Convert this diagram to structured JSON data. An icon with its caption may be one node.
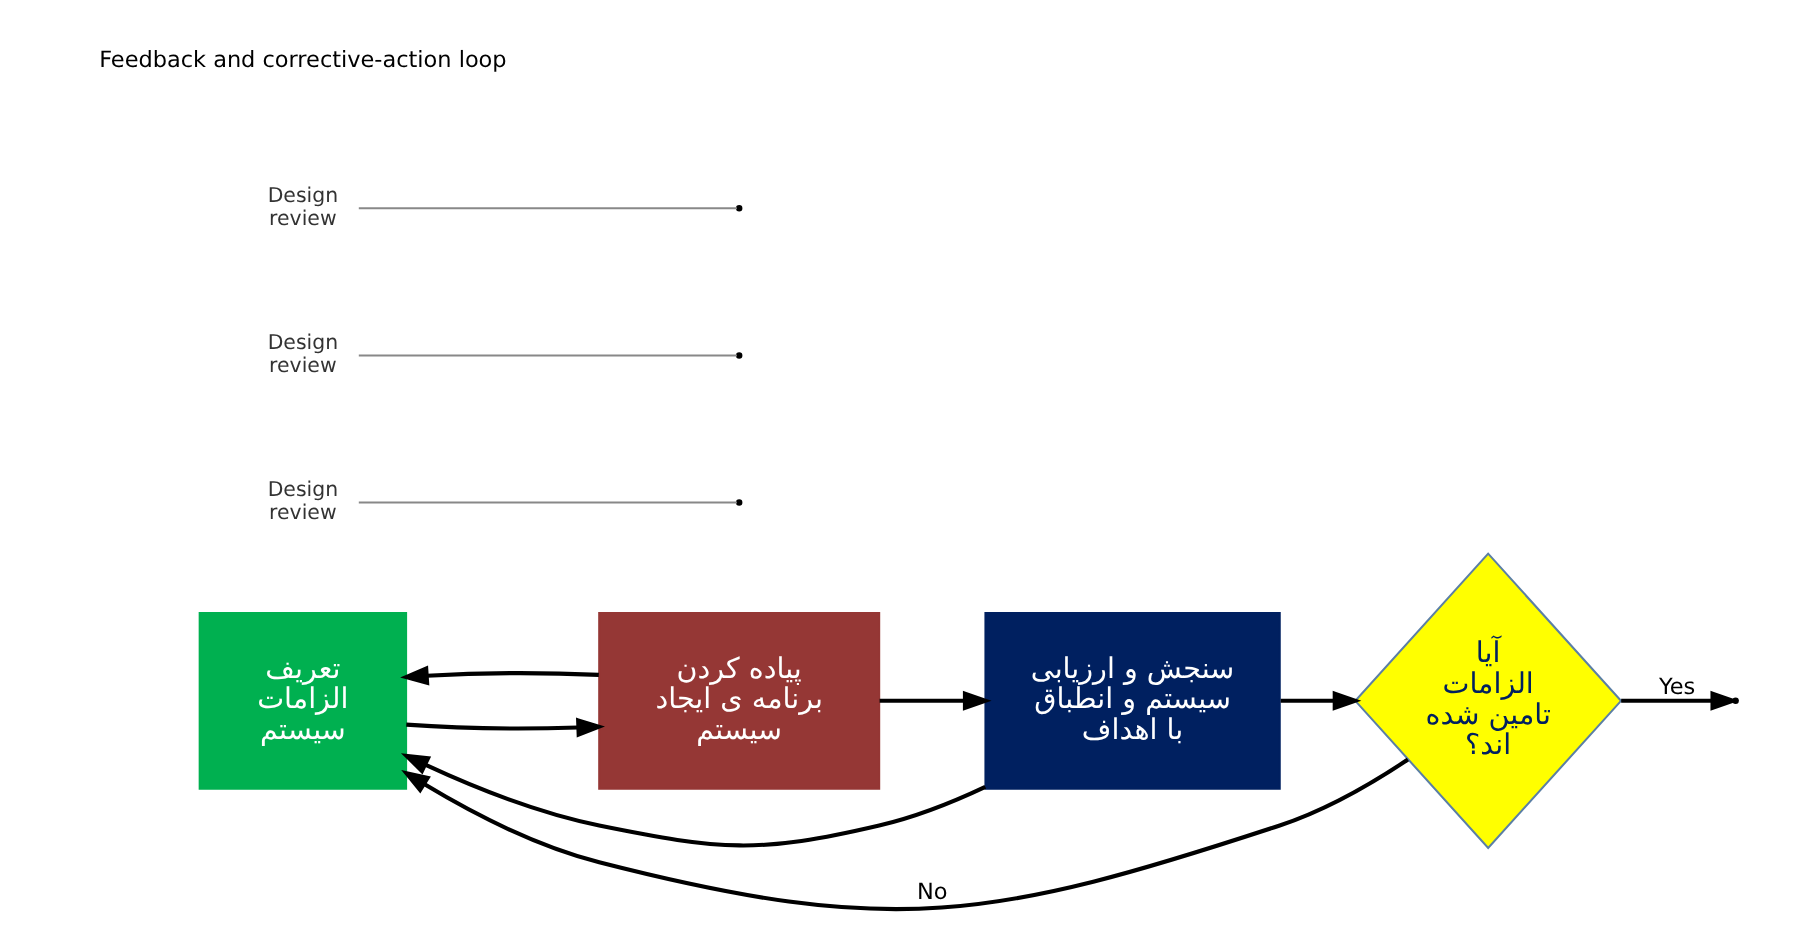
{
  "diagram": {
    "nodes": [
      {
        "text": [
          "تعریف الزامات سیستم"
        ]
      },
      {
        "text": [
          "پیاده کردن برنامه ی ایجاد سیستم"
        ]
      },
      {
        "text": [
          "سنجش و ارزیابی سیستم و انطباق با اهداف"
        ]
      },
      {
        "text": [
          "آیا الزامات تامین شده اند؟"
        ]
      },
      {
        "text": [
          "Design review"
        ]
      },
      {
        "text": [
          "Design review"
        ]
      },
      {
        "text": [
          "Design review"
        ]
      }
    ],
    "edges": [
      {
        "from": 0,
        "to": 1,
        "arrow": "to"
      },
      {
        "from": 1,
        "to": 2,
        "arrow": "to"
      },
      {
        "from": 2,
        "to": 3,
        "arrow": "to"
      },
      {
        "from": 3,
        "to": null,
        "label": "Yes",
        "arrow": "to"
      },
      {
        "from": 3,
        "to": 0,
        "label": "No",
        "arrow": "to"
      },
      {
        "from": 1,
        "to": 0,
        "arrow": "to"
      },
      {
        "from": 2,
        "to": 0,
        "arrow": "to"
      },
      {
        "from": 4,
        "to": null,
        "arrow": "none",
        "color": "#888888"
      },
      {
        "from": 5,
        "to": null,
        "arrow": "none",
        "color": "#888888"
      },
      {
        "from": 6,
        "to": null,
        "arrow": "none",
        "color": "#888888"
      }
    ],
    "labels": [
      "Feedback and corrective-action loop"
    ]
  }
}
